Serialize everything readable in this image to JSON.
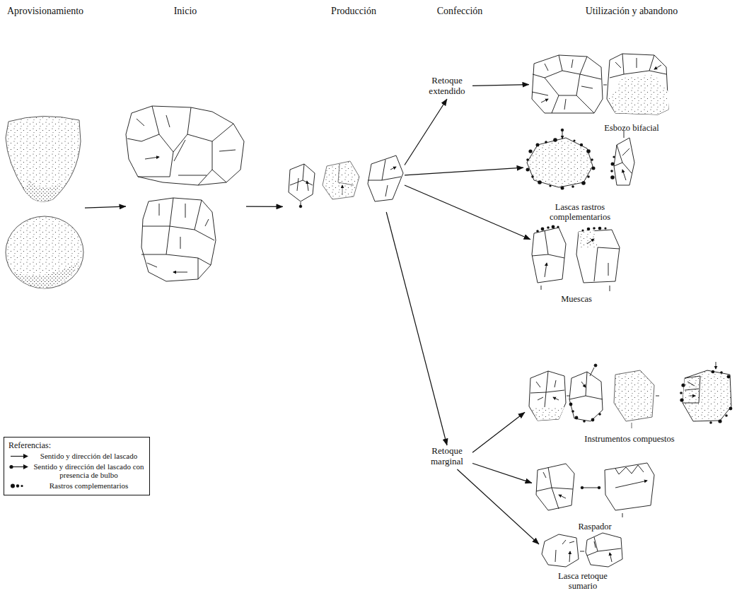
{
  "diagram": {
    "nodes": [
      {
        "text": [
          "Aprovisionamiento"
        ]
      },
      {
        "text": [
          "Inicio"
        ]
      },
      {
        "text": [
          "Producción"
        ]
      },
      {
        "text": [
          "Retoque extendido"
        ]
      },
      {
        "text": [
          "Retoque marginal"
        ]
      },
      {
        "text": [
          "Esbozo bifacial"
        ]
      },
      {
        "text": [
          "Lascas rastros complementarios"
        ]
      },
      {
        "text": [
          "Muescas"
        ]
      },
      {
        "text": [
          "Instrumentos compuestos"
        ]
      },
      {
        "text": [
          "Raspador"
        ]
      },
      {
        "text": [
          "Lasca retoque sumario"
        ]
      }
    ],
    "edges": [
      {
        "from": 0,
        "to": 1,
        "arrow": "to"
      },
      {
        "from": 1,
        "to": 2,
        "arrow": "to"
      },
      {
        "from": 2,
        "to": 3,
        "arrow": "to"
      },
      {
        "from": 2,
        "to": 4,
        "arrow": "to"
      },
      {
        "from": 2,
        "to": 6,
        "arrow": "to"
      },
      {
        "from": 2,
        "to": 7,
        "arrow": "to"
      },
      {
        "from": 3,
        "to": 5,
        "arrow": "to"
      },
      {
        "from": 4,
        "to": 8,
        "arrow": "to"
      },
      {
        "from": 4,
        "to": 9,
        "arrow": "to"
      },
      {
        "from": 4,
        "to": 10,
        "arrow": "to"
      }
    ],
    "labels": [
      "Confección",
      "Utilización y abandono",
      "Referencias:"
    ],
    "legend": [
      {
        "text": "Sentido y dirección del lascado"
      },
      {
        "text": "Sentido y dirección del lascado con presencia de bulbo"
      },
      {
        "text": "Rastros complementarios"
      }
    ]
  }
}
